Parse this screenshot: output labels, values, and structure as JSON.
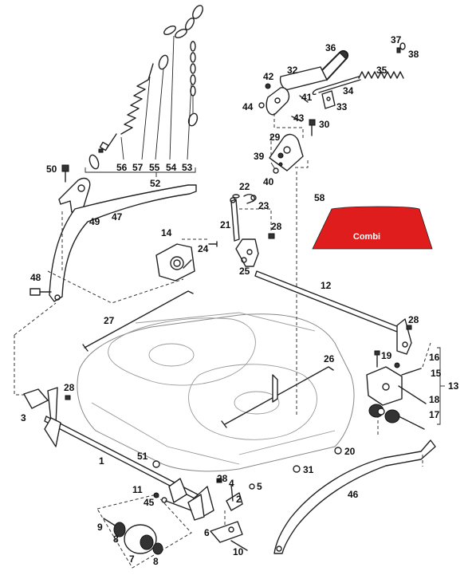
{
  "sticker": {
    "text": "Combi",
    "color": "#e01d1d"
  },
  "labels": [
    {
      "id": "1",
      "text": "1"
    },
    {
      "id": "2",
      "text": "2"
    },
    {
      "id": "3",
      "text": "3"
    },
    {
      "id": "4",
      "text": "4"
    },
    {
      "id": "5",
      "text": "5"
    },
    {
      "id": "6",
      "text": "6"
    },
    {
      "id": "7",
      "text": "7"
    },
    {
      "id": "8a",
      "text": "8"
    },
    {
      "id": "8b",
      "text": "8"
    },
    {
      "id": "9",
      "text": "9"
    },
    {
      "id": "10",
      "text": "10"
    },
    {
      "id": "11",
      "text": "11"
    },
    {
      "id": "12",
      "text": "12"
    },
    {
      "id": "13",
      "text": "13"
    },
    {
      "id": "14",
      "text": "14"
    },
    {
      "id": "15",
      "text": "15"
    },
    {
      "id": "16",
      "text": "16"
    },
    {
      "id": "17",
      "text": "17"
    },
    {
      "id": "18",
      "text": "18"
    },
    {
      "id": "19",
      "text": "19"
    },
    {
      "id": "20",
      "text": "20"
    },
    {
      "id": "21",
      "text": "21"
    },
    {
      "id": "22",
      "text": "22"
    },
    {
      "id": "23",
      "text": "23"
    },
    {
      "id": "24",
      "text": "24"
    },
    {
      "id": "25",
      "text": "25"
    },
    {
      "id": "26",
      "text": "26"
    },
    {
      "id": "27",
      "text": "27"
    },
    {
      "id": "28a",
      "text": "28"
    },
    {
      "id": "28b",
      "text": "28"
    },
    {
      "id": "28c",
      "text": "28"
    },
    {
      "id": "28d",
      "text": "28"
    },
    {
      "id": "29",
      "text": "29"
    },
    {
      "id": "30",
      "text": "30"
    },
    {
      "id": "31",
      "text": "31"
    },
    {
      "id": "32",
      "text": "32"
    },
    {
      "id": "33",
      "text": "33"
    },
    {
      "id": "34",
      "text": "34"
    },
    {
      "id": "35",
      "text": "35"
    },
    {
      "id": "36",
      "text": "36"
    },
    {
      "id": "37",
      "text": "37"
    },
    {
      "id": "38",
      "text": "38"
    },
    {
      "id": "39",
      "text": "39"
    },
    {
      "id": "40",
      "text": "40"
    },
    {
      "id": "41",
      "text": "41"
    },
    {
      "id": "42",
      "text": "42"
    },
    {
      "id": "43",
      "text": "43"
    },
    {
      "id": "44",
      "text": "44"
    },
    {
      "id": "45",
      "text": "45"
    },
    {
      "id": "46",
      "text": "46"
    },
    {
      "id": "47",
      "text": "47"
    },
    {
      "id": "48",
      "text": "48"
    },
    {
      "id": "49",
      "text": "49"
    },
    {
      "id": "50",
      "text": "50"
    },
    {
      "id": "51",
      "text": "51"
    },
    {
      "id": "52",
      "text": "52"
    },
    {
      "id": "53",
      "text": "53"
    },
    {
      "id": "54",
      "text": "54"
    },
    {
      "id": "55",
      "text": "55"
    },
    {
      "id": "56",
      "text": "56"
    },
    {
      "id": "57",
      "text": "57"
    },
    {
      "id": "58",
      "text": "58"
    }
  ]
}
